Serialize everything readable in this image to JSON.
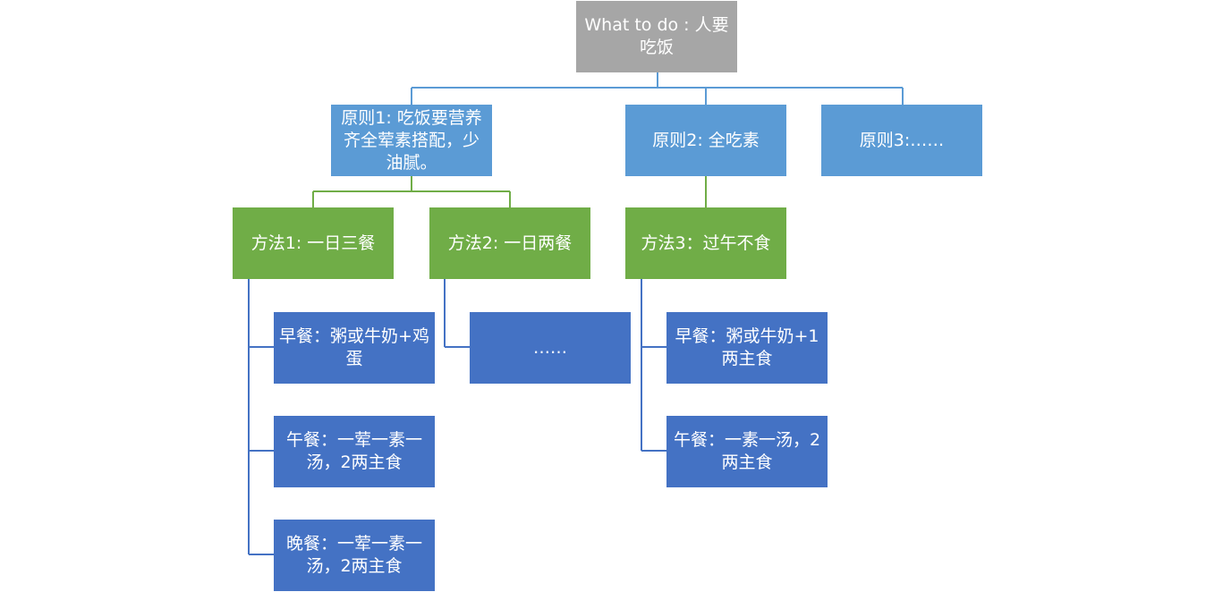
{
  "colors": {
    "root": "#a6a6a6",
    "principle": "#5b9bd5",
    "method": "#70ad47",
    "detail": "#4472c4",
    "line_blue": "#5b9bd5",
    "line_green": "#70ad47",
    "line_detail": "#4472c4"
  },
  "root": {
    "text": "What to do : 人要吃饭"
  },
  "principles": [
    {
      "text": "原则1: 吃饭要营养齐全荤素搭配，少油腻。"
    },
    {
      "text": "原则2: 全吃素"
    },
    {
      "text": "原则3:……"
    }
  ],
  "methods": [
    {
      "text": "方法1: 一日三餐"
    },
    {
      "text": "方法2: 一日两餐"
    },
    {
      "text": "方法3：过午不食"
    }
  ],
  "details": [
    {
      "text": "早餐：粥或牛奶+鸡蛋"
    },
    {
      "text": "午餐：一荤一素一汤，2两主食"
    },
    {
      "text": "晚餐：一荤一素一汤，2两主食"
    },
    {
      "text": "……"
    },
    {
      "text": "早餐：粥或牛奶+1两主食"
    },
    {
      "text": "午餐：一素一汤，2两主食"
    }
  ]
}
